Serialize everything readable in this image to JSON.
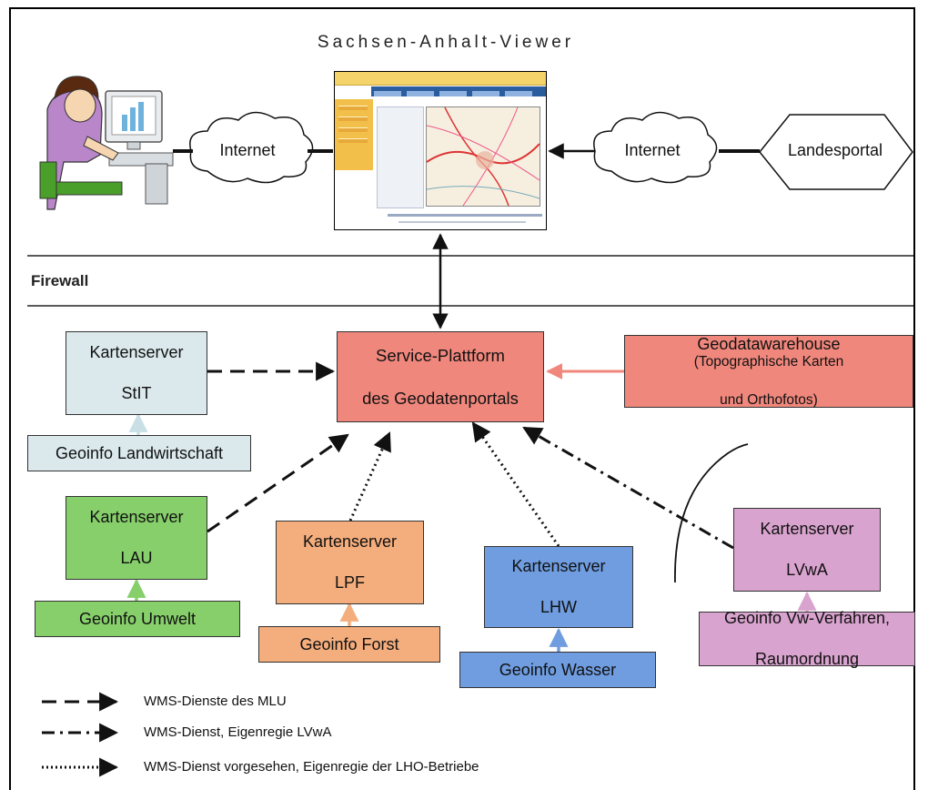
{
  "title": "Sachsen-Anhalt-Viewer",
  "firewall_label": "Firewall",
  "clouds": {
    "left": "Internet",
    "right": "Internet"
  },
  "landesportal": "Landesportal",
  "nodes": {
    "service": {
      "line1": "Service-Plattform",
      "line2": "des Geodatenportals",
      "color": "#f0877c"
    },
    "geodata": {
      "line1": "Geodatawarehouse",
      "line2": "(Topographische Karten",
      "line3": "und Orthofotos)",
      "color": "#f0877c"
    },
    "stit": {
      "line1": "Kartenserver",
      "line2": "StIT",
      "color": "#dbe9ed"
    },
    "stit_sub": {
      "label": "Geoinfo Landwirtschaft",
      "color": "#dbe9ed"
    },
    "lau": {
      "line1": "Kartenserver",
      "line2": "LAU",
      "color": "#86cf6a"
    },
    "lau_sub": {
      "label": "Geoinfo Umwelt",
      "color": "#86cf6a"
    },
    "lpf": {
      "line1": "Kartenserver",
      "line2": "LPF",
      "color": "#f4ad7c"
    },
    "lpf_sub": {
      "label": "Geoinfo Forst",
      "color": "#f4ad7c"
    },
    "lhw": {
      "line1": "Kartenserver",
      "line2": "LHW",
      "color": "#6f9de0"
    },
    "lhw_sub": {
      "label": "Geoinfo Wasser",
      "color": "#6f9de0"
    },
    "lvwa": {
      "line1": "Kartenserver",
      "line2": "LVwA",
      "color": "#d9a3cf"
    },
    "lvwa_sub": {
      "line1": "Geoinfo Vw-Verfahren,",
      "line2": "Raumordnung",
      "color": "#d9a3cf"
    }
  },
  "legend": [
    {
      "style": "dashed",
      "label": "WMS-Dienste des MLU"
    },
    {
      "style": "dash-dot",
      "label": "WMS-Dienst, Eigenregie LVwA"
    },
    {
      "style": "dotted",
      "label": "WMS-Dienst vorgesehen, Eigenregie der LHO-Betriebe"
    }
  ],
  "colors": {
    "arrow_black": "#111111",
    "arrow_salmon": "#f0877c",
    "arrow_lightblue": "#c9dfe6",
    "arrow_green": "#86cf6a",
    "arrow_orange": "#f4ad7c",
    "arrow_blue": "#6f9de0",
    "arrow_pink": "#d9a3cf"
  }
}
